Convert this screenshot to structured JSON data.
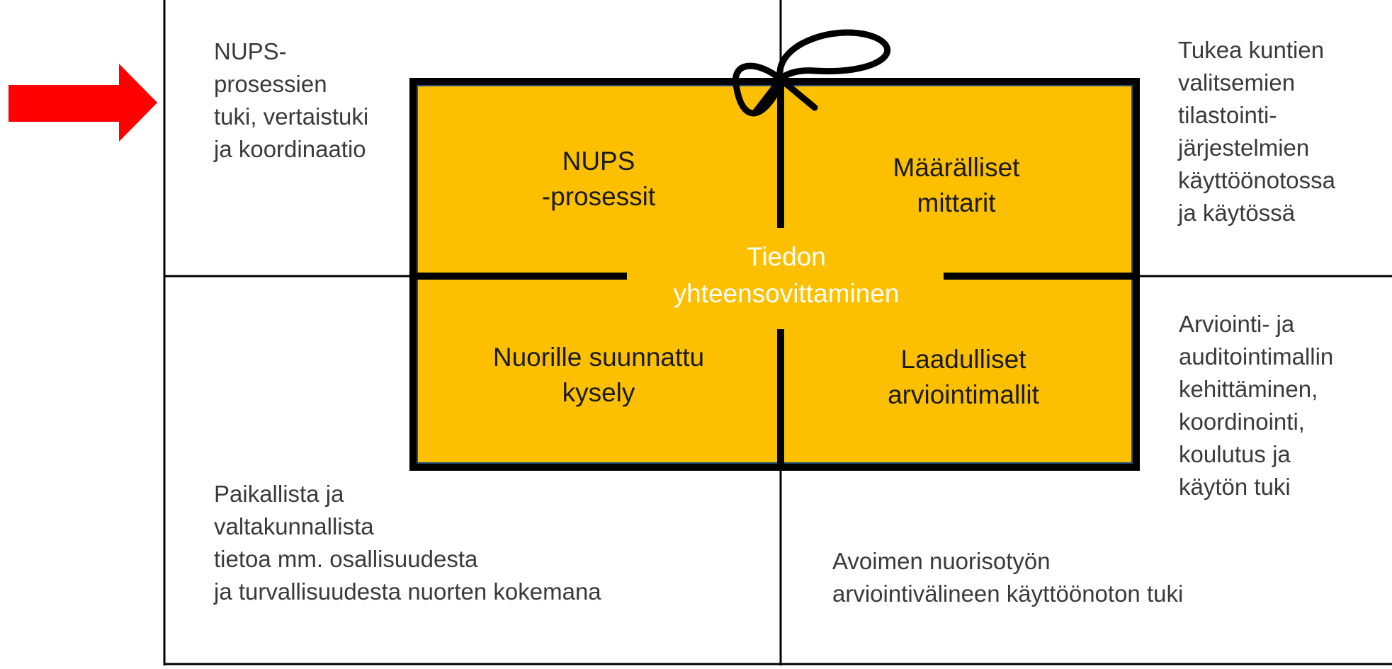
{
  "colors": {
    "gift_fill": "#fcc000",
    "arrow": "#ff0000",
    "lines": "#000000",
    "text_outer": "#3a3a3a",
    "text_inner": "#1a1a1a",
    "text_center": "#ffffff"
  },
  "icons": {
    "arrow": "red-arrow-right-icon",
    "bow": "gift-bow-icon"
  },
  "outer": {
    "top_left": "NUPS-\nprosessien\ntuki, vertaistuki\nja koordinaatio",
    "top_right": "Tukea kuntien\nvalitsemien\ntilastointi-\njärjestelmien\nkäyttöönotossa\nja käytössä",
    "bottom_left": "Paikallista ja\nvaltakunnallista\ntietoa mm. osallisuudesta\nja turvallisuudesta nuorten kokemana",
    "right_middle": "Arviointi- ja\nauditointimallin\nkehittäminen,\nkoordinointi,\nkoulutus ja\nkäytön tuki",
    "bottom_right": "Avoimen nuorisotyön\narviointivälineen käyttöönoton tuki"
  },
  "gift": {
    "q1": "NUPS\n-prosessit",
    "q2": "Määrälliset\nmittarit",
    "q3": "Nuorille suunnattu\nkysely",
    "q4": "Laadulliset\narviointimallit",
    "center": "Tiedon\nyhteensovittaminen"
  }
}
